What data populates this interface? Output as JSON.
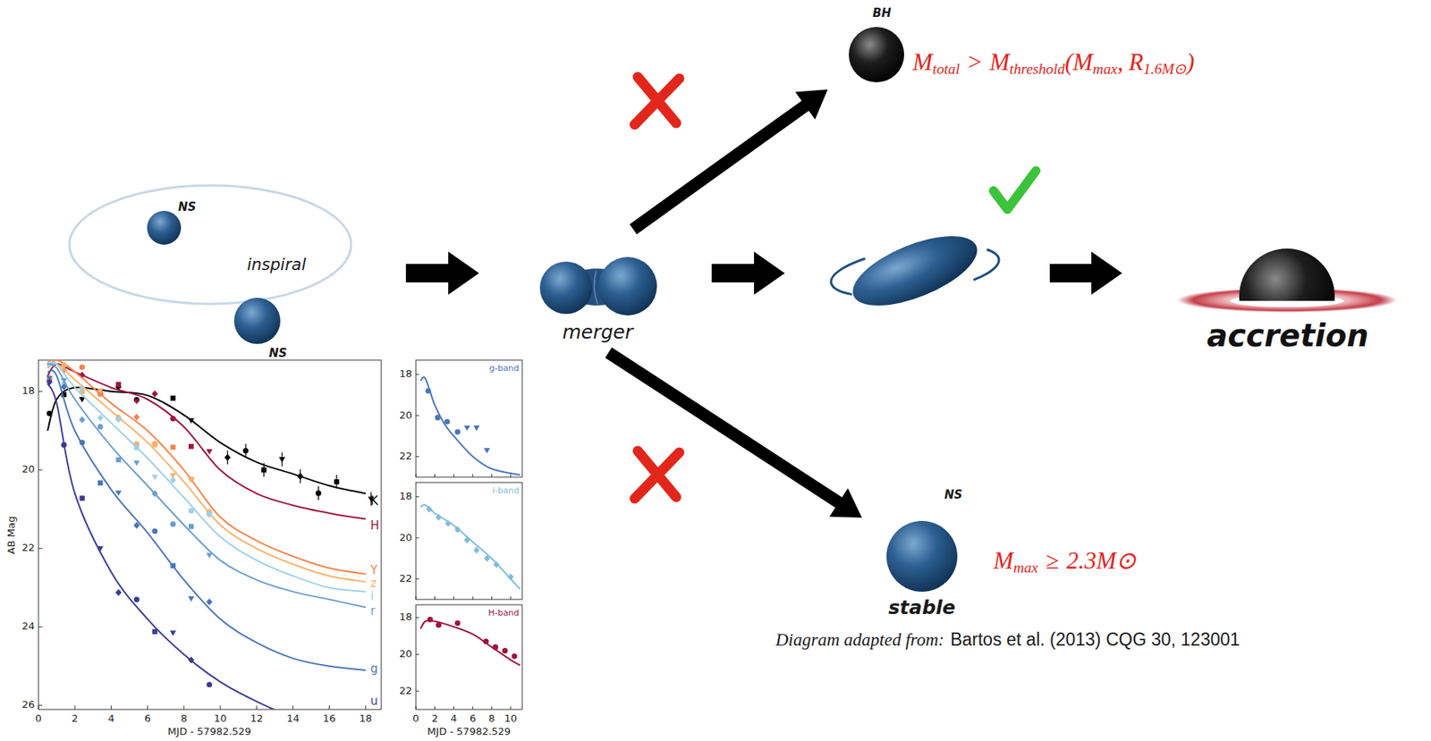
{
  "diagram": {
    "nodes": [
      {
        "text": [
          "NS",
          "inspiral",
          "NS"
        ]
      },
      {
        "text": [
          "merger"
        ]
      },
      {
        "text": [
          "BH"
        ]
      },
      {
        "text": []
      },
      {
        "text": [
          "accretion"
        ]
      },
      {
        "text": [
          "NS",
          "stable"
        ]
      }
    ],
    "edges": [
      {
        "from": 0,
        "to": 1,
        "arrow": "to"
      },
      {
        "from": 1,
        "to": 2,
        "arrow": "to"
      },
      {
        "from": 1,
        "to": 3,
        "arrow": "to"
      },
      {
        "from": 3,
        "to": 4,
        "arrow": "to"
      },
      {
        "from": 1,
        "to": 5,
        "arrow": "to"
      }
    ],
    "labels": [
      "M",
      "total",
      ">",
      "M",
      "threshold",
      "(M",
      "max",
      ",",
      "R",
      "1.6M⊙",
      ")",
      "M",
      "max",
      "≥",
      "2.3M⊙",
      "Diagram adapted from:",
      "Bartos et al. (2013) CQG 30, 123001",
      "AB Mag",
      "18",
      "20",
      "22",
      "24",
      "26",
      "0",
      "2",
      "4",
      "6",
      "8",
      "10",
      "12",
      "14",
      "16",
      "18",
      "MJD - 57982.529",
      "K",
      "H",
      "Y",
      "z",
      "i",
      "r",
      "g",
      "u",
      "g-band",
      "18",
      "20",
      "22",
      "i-band",
      "18",
      "20",
      "22",
      "H-band",
      "18",
      "20",
      "22",
      "0",
      "2",
      "4",
      "6",
      "8",
      "10",
      "MJD - 57982.529"
    ]
  }
}
